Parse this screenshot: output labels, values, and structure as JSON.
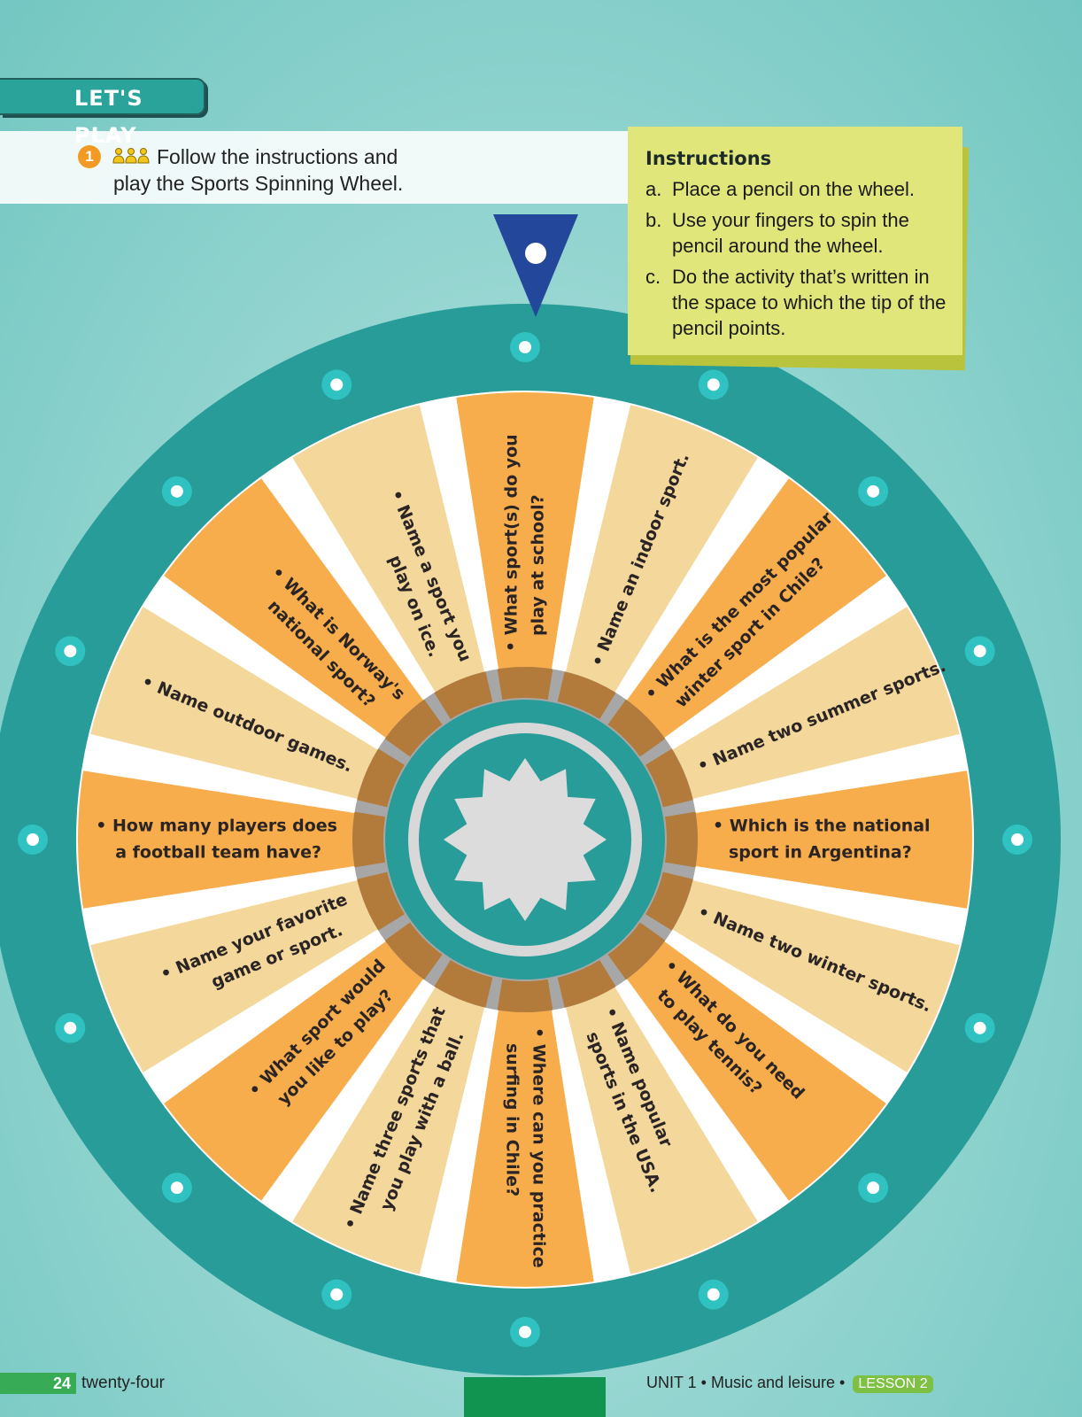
{
  "header": {
    "section_label": "LET'S PLAY"
  },
  "task": {
    "number": "1",
    "icon": "pair-work-icon",
    "line1": "Follow the instructions and",
    "line2": "play the Sports Spinning Wheel."
  },
  "instructions": {
    "title": "Instructions",
    "items": [
      {
        "letter": "a.",
        "text": "Place a pencil on the wheel."
      },
      {
        "letter": "b.",
        "text": "Use your fingers to spin the pencil around the wheel."
      },
      {
        "letter": "c.",
        "text": "Do the activity that’s written in the space to which the tip of the pencil points."
      }
    ]
  },
  "wheel": {
    "segments": [
      {
        "lines": [
          "• What sport(s) do you",
          "play at school?"
        ]
      },
      {
        "lines": [
          "• Name an indoor sport."
        ]
      },
      {
        "lines": [
          "• What is the most popular",
          "winter sport in Chile?"
        ]
      },
      {
        "lines": [
          "• Name two summer sports."
        ]
      },
      {
        "lines": [
          "• Which is the national",
          "sport in Argentina?"
        ]
      },
      {
        "lines": [
          "• Name two winter sports."
        ]
      },
      {
        "lines": [
          "• What do you need",
          "to play tennis?"
        ]
      },
      {
        "lines": [
          "• Name popular",
          "sports in the USA."
        ]
      },
      {
        "lines": [
          "• Where can you practice",
          "surfing in Chile?"
        ]
      },
      {
        "lines": [
          "• Name three sports that",
          "you play with a ball."
        ]
      },
      {
        "lines": [
          "• What sport would",
          "you like to play?"
        ]
      },
      {
        "lines": [
          "• Name your favorite",
          "game or sport."
        ]
      },
      {
        "lines": [
          "• How many players does",
          "a football team have?"
        ]
      },
      {
        "lines": [
          "• Name outdoor games."
        ]
      },
      {
        "lines": [
          "• What is Norway's",
          "national sport?"
        ]
      },
      {
        "lines": [
          "• Name a sport you",
          "play on ice."
        ]
      }
    ],
    "colors": {
      "orange": "#f7ad4c",
      "light": "#f4d79b",
      "rim": "#279c98",
      "pointer": "#23479b",
      "hub_star": "#dcdcdc"
    }
  },
  "footer": {
    "page_number": "24",
    "page_word": "twenty-four",
    "unit_text": "UNIT 1 • Music and leisure •",
    "lesson": "LESSON 2"
  }
}
